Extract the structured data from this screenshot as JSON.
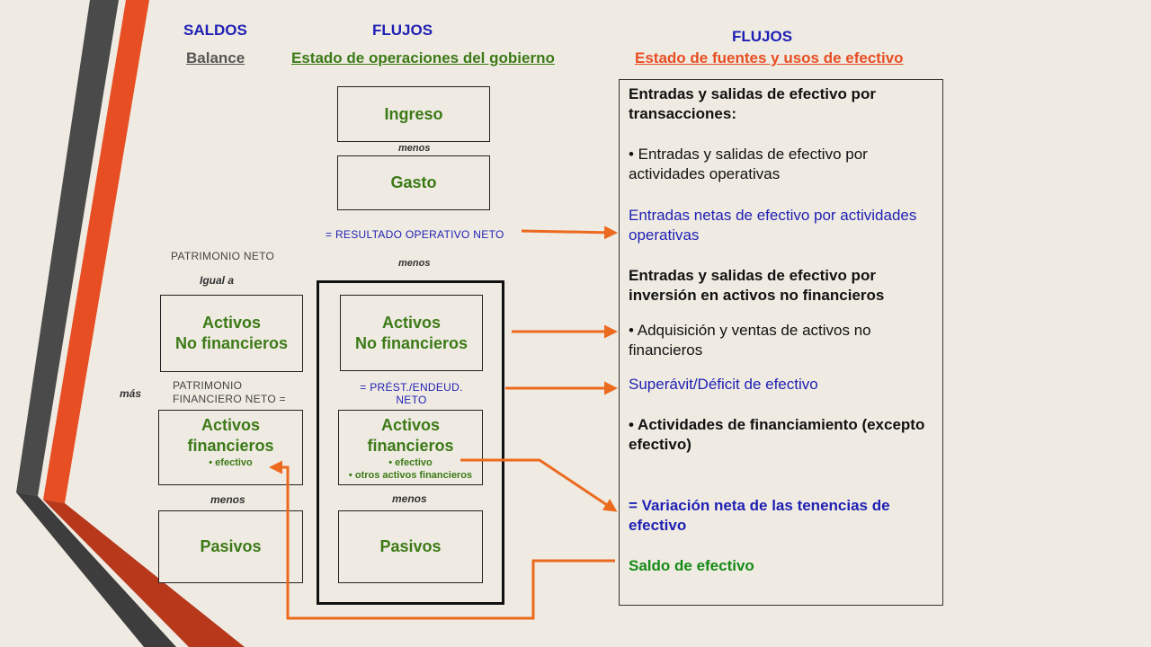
{
  "headers": {
    "saldos": "SALDOS",
    "flujos1": "FLUJOS",
    "flujos2": "FLUJOS",
    "balance": "Balance",
    "operaciones": "Estado de operaciones del gobierno",
    "fuentes": "Estado de fuentes y usos de efectivo"
  },
  "colors": {
    "orange": "#ec6a1e",
    "green": "#3c7a17",
    "blue": "#1f1fb4",
    "stripe_orange": "#e84e23",
    "stripe_gray": "#444444"
  },
  "middle": {
    "ingreso": "Ingreso",
    "menos1": "menos",
    "gasto": "Gasto",
    "resultado": "= RESULTADO OPERATIVO NETO",
    "menos2": "menos",
    "activos_nf_l1": "Activos",
    "activos_nf_l2": "No financieros",
    "prestamo_l1": "= PRÉST./ENDEUD.",
    "prestamo_l2": "NETO",
    "activos_f_l1": "Activos",
    "activos_f_l2": "financieros",
    "activos_f_b1": "efectivo",
    "activos_f_b2": "otros activos financieros",
    "menos3": "menos",
    "pasivos": "Pasivos"
  },
  "left": {
    "patrimonio_neto": "PATRIMONIO NETO",
    "igual_a": "Igual a",
    "activos_nf_l1": "Activos",
    "activos_nf_l2": "No financieros",
    "mas": "más",
    "patrimonio_fin_l1": "PATRIMONIO",
    "patrimonio_fin_l2": "FINANCIERO NETO =",
    "activos_f_l1": "Activos",
    "activos_f_l2": "financieros",
    "activos_f_b1": "efectivo",
    "menos": "menos",
    "pasivos": "Pasivos"
  },
  "panel": {
    "t1": "Entradas y salidas de efectivo por transacciones:",
    "t2": "• Entradas y salidas de efectivo por actividades operativas",
    "t3": "Entradas netas de efectivo por actividades operativas",
    "t4": "Entradas y salidas de efectivo por inversión en activos no financieros",
    "t5": "• Adquisición y ventas de activos no financieros",
    "t6": "Superávit/Déficit de efectivo",
    "t7": "• Actividades de financiamiento (excepto efectivo)",
    "t8": "= Variación neta de las tenencias de efectivo",
    "t9": "Saldo de efectivo"
  }
}
